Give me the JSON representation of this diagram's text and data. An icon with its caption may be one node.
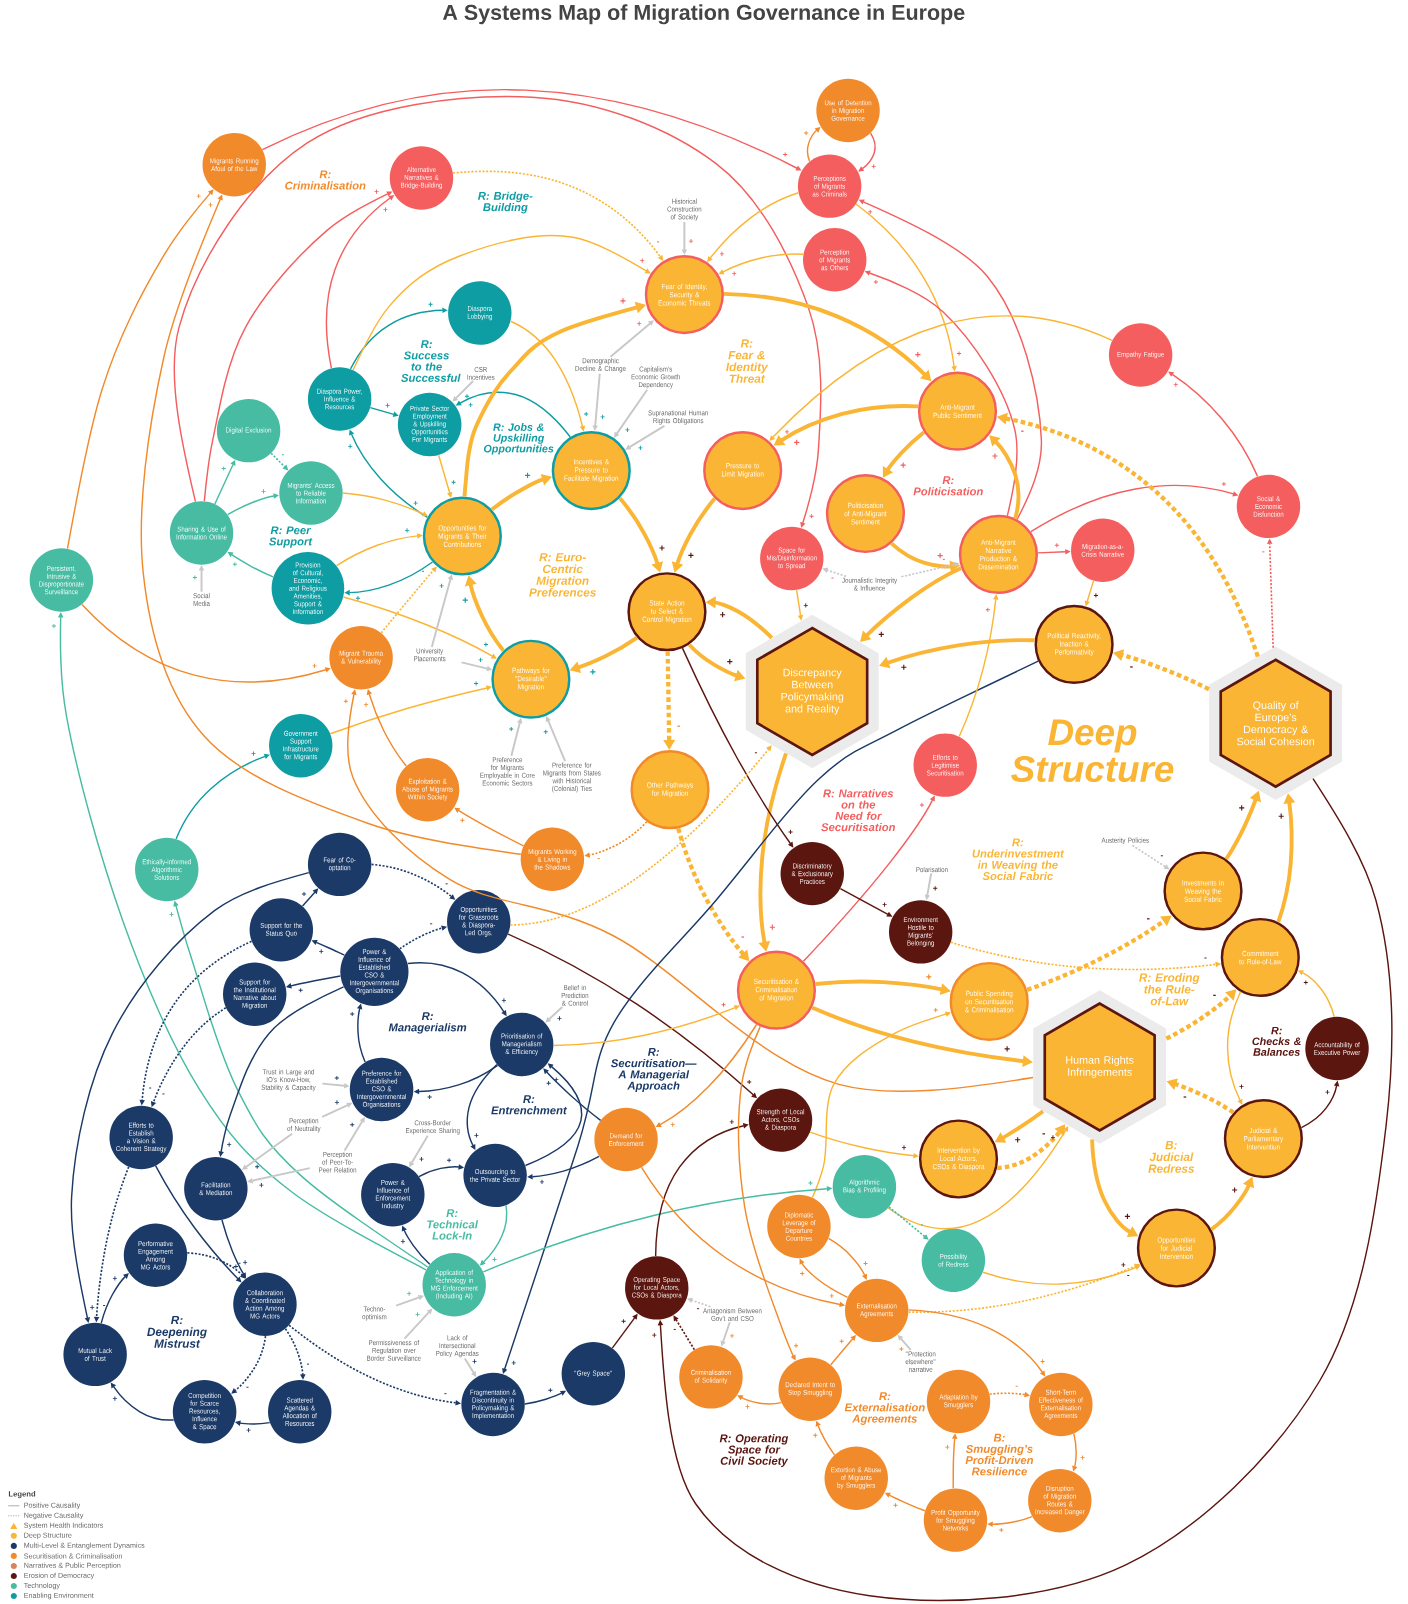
{
  "diagram": {
    "title": "A Systems Map of Migration Governance in Europe",
    "nodes": [
      {
        "text": [
          "Migrants Running Afoul of the Law"
        ]
      },
      {
        "text": [
          "Alternative Narratives & Bridge-Building"
        ]
      },
      {
        "text": [
          "Use of Detention in Migration Governance"
        ]
      },
      {
        "text": [
          "Perceptions of Migrants as Criminals"
        ]
      },
      {
        "text": [
          "Historical Construction of Society"
        ]
      },
      {
        "text": [
          "Fear of Identity, Security & Economic Threats"
        ]
      },
      {
        "text": [
          "Perception of Migrants as Others"
        ]
      },
      {
        "text": [
          "Diaspora Lobbying"
        ]
      },
      {
        "text": [
          "Empathy Fatigue"
        ]
      },
      {
        "text": [
          "Diaspora Power, Influence & Resources"
        ]
      },
      {
        "text": [
          "CSR Incentives"
        ]
      },
      {
        "text": [
          "Private Sector Employment & Upskilling Opportunities For Migrants"
        ]
      },
      {
        "text": [
          "Demographic Decline & Change"
        ]
      },
      {
        "text": [
          "Capitalism’s Economic Growth Dependency"
        ]
      },
      {
        "text": [
          "Supranational Human Rights Obligations"
        ]
      },
      {
        "text": [
          "Anti-Migrant Public Sentiment"
        ]
      },
      {
        "text": [
          "Digital Exclusion"
        ]
      },
      {
        "text": [
          "Incentives & Pressure to Facilitate Migration"
        ]
      },
      {
        "text": [
          "Pressure to Limit Migration"
        ]
      },
      {
        "text": [
          "Migrants’ Access to Reliable Information"
        ]
      },
      {
        "text": [
          "Politicisation of Anti-Migrant Sentiment"
        ]
      },
      {
        "text": [
          "Social & Economic Disfunction"
        ]
      },
      {
        "text": [
          "Sharing & Use of Information Online"
        ]
      },
      {
        "text": [
          "Opportunities for Migrants & Their Contributions"
        ]
      },
      {
        "text": [
          "Anti-Migrant Narrative Production & Dissemination"
        ]
      },
      {
        "text": [
          "Migration-as-a-Crisis Narrative"
        ]
      },
      {
        "text": [
          "Persistent, Intrusive & Disproportionate Surveillance"
        ]
      },
      {
        "text": [
          "Provision of Cultural, Economic, and Religious Amenities, Support & Information"
        ]
      },
      {
        "text": [
          "Social Media"
        ]
      },
      {
        "text": [
          "Space for Mis/Disinformation to Spread"
        ]
      },
      {
        "text": [
          "Journalistic Integrity & Influence"
        ]
      },
      {
        "text": [
          "State Action to Select & Control Migration"
        ]
      },
      {
        "text": [
          "Political Reactivity, Inaction & Performativity"
        ]
      },
      {
        "text": [
          "Migrant Trauma & Vulnerability"
        ]
      },
      {
        "text": [
          "University Placements"
        ]
      },
      {
        "text": [
          "Pathways for \"Desirable\" Migration"
        ]
      },
      {
        "text": [
          "Discrepancy Between Policymaking and Reality"
        ]
      },
      {
        "text": [
          "Quality of Europe’s Democracy & Social Cohesion"
        ]
      },
      {
        "text": [
          "Government Support Infrastructure for Migrants"
        ]
      },
      {
        "text": [
          "Efforts to Legitimise Securitisation"
        ]
      },
      {
        "text": [
          "Preference for Migrants Employable in Core Economic Sectors"
        ]
      },
      {
        "text": [
          "Preference for Migrants from States with Historical (Colonial) Ties"
        ]
      },
      {
        "text": [
          "Exploitation & Abuse of Migrants Within Society"
        ]
      },
      {
        "text": [
          "Other Pathways for Migration"
        ]
      },
      {
        "text": [
          "Migrants Working & Living in the Shadows"
        ]
      },
      {
        "text": [
          "Ethically-informed Algorithmic Solutions"
        ]
      },
      {
        "text": [
          "Fear of Co-optation"
        ]
      },
      {
        "text": [
          "Discriminatory & Exclusionary Practices"
        ]
      },
      {
        "text": [
          "Austerity Policies"
        ]
      },
      {
        "text": [
          "Polarisation"
        ]
      },
      {
        "text": [
          "Opportunities for Grassroots & Diaspora-Led Orgs."
        ]
      },
      {
        "text": [
          "Investments in Weaving the Social Fabric"
        ]
      },
      {
        "text": [
          "Support for the Status Quo"
        ]
      },
      {
        "text": [
          "Environment Hostile to Migrants’ Belonging"
        ]
      },
      {
        "text": [
          "Power & Influence of Established CSO & Intergovernmental Organisations"
        ]
      },
      {
        "text": [
          "Commitment to Rule-of-Law"
        ]
      },
      {
        "text": [
          "Support for the Institutional Narrative about Migration"
        ]
      },
      {
        "text": [
          "Belief in Prediction & Control"
        ]
      },
      {
        "text": [
          "Securitisation & Criminalisation of Migration"
        ]
      },
      {
        "text": [
          "Public Spending on Securitisation & Criminalisation"
        ]
      },
      {
        "text": [
          "Prioritisation of Managerialism & Efficiency"
        ]
      },
      {
        "text": [
          "Human Rights Infringements"
        ]
      },
      {
        "text": [
          "Accountability of Executive Power"
        ]
      },
      {
        "text": [
          "Trust in Large and IO’s Know-How, Stability & Capacity"
        ]
      },
      {
        "text": [
          "Preference for Established CSO & Intergovernmental Organisations"
        ]
      },
      {
        "text": [
          "Strength of Local Actors, CSOs & Diaspora"
        ]
      },
      {
        "text": [
          "Cross-Border Experience Sharing"
        ]
      },
      {
        "text": [
          "Perception of Neutrality"
        ]
      },
      {
        "text": [
          "Efforts to Establish a Vision & Coherent Strategy"
        ]
      },
      {
        "text": [
          "Demand for Enforcement"
        ]
      },
      {
        "text": [
          "Intervention by Local Actors, CSOs & Diaspora"
        ]
      },
      {
        "text": [
          "Judicial & Parliamentary Intervention"
        ]
      },
      {
        "text": [
          "Perception of Peer-To-Peer Relation"
        ]
      },
      {
        "text": [
          "Facilitation & Mediation"
        ]
      },
      {
        "text": [
          "Power & Influence of Enforcement Industry"
        ]
      },
      {
        "text": [
          "Outsourcing to the Private Sector"
        ]
      },
      {
        "text": [
          "Algorithmic Bias & Profiling"
        ]
      },
      {
        "text": [
          "Diplomatic Leverage of Departure Countries"
        ]
      },
      {
        "text": [
          "Possibility of Redress"
        ]
      },
      {
        "text": [
          "Opportunities for Judicial Intervention"
        ]
      },
      {
        "text": [
          "Performative Engagement Among MG Actors"
        ]
      },
      {
        "text": [
          "Application of Technology in MG Enforcement (Including AI)"
        ]
      },
      {
        "text": [
          "Operating Space for Local Actors, CSOs & Diaspora"
        ]
      },
      {
        "text": [
          "Collaboration & Coordinated Action Among MG Actors"
        ]
      },
      {
        "text": [
          "Externalisation Agreements"
        ]
      },
      {
        "text": [
          "Techno-optimism"
        ]
      },
      {
        "text": [
          "Antagonism Between Gov’t and CSO"
        ]
      },
      {
        "text": [
          "Mutual Lack of Trust"
        ]
      },
      {
        "text": [
          "Permissiveness of Regulation over Border Surveillance"
        ]
      },
      {
        "text": [
          "Lack of Intersectional Policy Agendas"
        ]
      },
      {
        "text": [
          "\"Protection elsewhere\" narrative"
        ]
      },
      {
        "text": [
          "\"Grey Space\""
        ]
      },
      {
        "text": [
          "Criminalisation of Solidarity"
        ]
      },
      {
        "text": [
          "Declared Intent to Stop Smuggling"
        ]
      },
      {
        "text": [
          "Adaptation by Smugglers"
        ]
      },
      {
        "text": [
          "Short-Term Effectiveness of Externalisation Agreements"
        ]
      },
      {
        "text": [
          "Competition for Scarce Resources, Influence & Space"
        ]
      },
      {
        "text": [
          "Scattered Agendas & Allocation of Resources"
        ]
      },
      {
        "text": [
          "Fragmentation & Discontinuity in Policymaking & Implementation"
        ]
      },
      {
        "text": [
          "Extortion & Abuse of Migrants by Smugglers"
        ]
      },
      {
        "text": [
          "Disruption of Migration Routes & Increased Danger"
        ]
      },
      {
        "text": [
          "Profit Opportunity for Smuggling Networks"
        ]
      }
    ],
    "edges": [
      {
        "from": 0,
        "to": 3,
        "arrow": "to",
        "label": "+",
        "color": "#f45e5e"
      },
      {
        "from": 22,
        "to": 29,
        "arrow": "to",
        "label": "+",
        "color": "#f45e5e"
      },
      {
        "from": 3,
        "to": 2,
        "arrow": "to",
        "label": "+",
        "color": "#f18a2b"
      },
      {
        "from": 2,
        "to": 3,
        "arrow": "to",
        "label": "+",
        "color": "#f45e5e"
      },
      {
        "from": 3,
        "to": 5,
        "arrow": "to",
        "label": "+"
      },
      {
        "from": 6,
        "to": 5,
        "arrow": "to",
        "label": "+"
      },
      {
        "from": 3,
        "to": 15,
        "arrow": "to",
        "label": "+"
      },
      {
        "from": 24,
        "to": 3,
        "arrow": "to",
        "label": "+",
        "color": "#f45e5e"
      },
      {
        "from": 24,
        "to": 6,
        "arrow": "to",
        "label": "+",
        "color": "#f45e5e"
      },
      {
        "from": 4,
        "to": 5,
        "arrow": "to",
        "label": "+",
        "color": "#c8c8c8"
      },
      {
        "from": 1,
        "to": 5,
        "arrow": "to",
        "label": "-",
        "style": "dashed"
      },
      {
        "from": 22,
        "to": 1,
        "arrow": "to",
        "label": "+",
        "color": "#f45e5e"
      },
      {
        "from": 9,
        "to": 1,
        "arrow": "to",
        "label": "+",
        "color": "#f45e5e"
      },
      {
        "from": 9,
        "to": 7,
        "arrow": "to",
        "label": "+",
        "color": "#0e9da3"
      },
      {
        "from": 9,
        "to": 5,
        "arrow": "to",
        "label": "+"
      },
      {
        "from": 7,
        "to": 17,
        "arrow": "to",
        "label": "+"
      },
      {
        "from": 9,
        "to": 11,
        "arrow": "to",
        "label": "+",
        "color": "#0e9da3"
      },
      {
        "from": 10,
        "to": 11,
        "arrow": "to",
        "label": "+",
        "color": "#c8c8c8"
      },
      {
        "from": 17,
        "to": 11,
        "arrow": "to",
        "label": "+",
        "color": "#0e9da3"
      },
      {
        "from": 11,
        "to": 23,
        "arrow": "to",
        "label": "+"
      },
      {
        "from": 23,
        "to": 9,
        "arrow": "to",
        "label": "+",
        "color": "#0e9da3"
      },
      {
        "from": 12,
        "to": 5,
        "arrow": "to",
        "label": "+",
        "color": "#c8c8c8"
      },
      {
        "from": 12,
        "to": 17,
        "arrow": "to",
        "label": "+",
        "color": "#c8c8c8"
      },
      {
        "from": 13,
        "to": 17,
        "arrow": "to",
        "label": "+",
        "color": "#c8c8c8"
      },
      {
        "from": 14,
        "to": 17,
        "arrow": "to",
        "label": "+",
        "color": "#c8c8c8"
      },
      {
        "from": 23,
        "to": 17,
        "arrow": "to",
        "label": "+",
        "style": "thick"
      },
      {
        "from": 23,
        "to": 5,
        "arrow": "to",
        "label": "+",
        "style": "thick"
      },
      {
        "from": 17,
        "to": 31,
        "arrow": "to",
        "label": "+",
        "style": "thick"
      },
      {
        "from": 18,
        "to": 31,
        "arrow": "to",
        "label": "+",
        "style": "thick"
      },
      {
        "from": 16,
        "to": 19,
        "arrow": "to",
        "label": "-",
        "style": "dashed",
        "color": "#47bca3"
      },
      {
        "from": 22,
        "to": 16,
        "arrow": "to",
        "label": "+",
        "color": "#47bca3"
      },
      {
        "from": 22,
        "to": 19,
        "arrow": "to",
        "label": "+",
        "color": "#47bca3"
      },
      {
        "from": 19,
        "to": 23,
        "arrow": "to",
        "label": "+"
      },
      {
        "from": 27,
        "to": 22,
        "arrow": "to",
        "label": "+",
        "color": "#47bca3"
      },
      {
        "from": 27,
        "to": 23,
        "arrow": "to",
        "label": "+"
      },
      {
        "from": 23,
        "to": 27,
        "arrow": "to",
        "label": "+",
        "color": "#0e9da3"
      },
      {
        "from": 28,
        "to": 22,
        "arrow": "to",
        "label": "+",
        "color": "#c8c8c8"
      },
      {
        "from": 33,
        "to": 23,
        "arrow": "to",
        "label": "-",
        "style": "dashed"
      },
      {
        "from": 27,
        "to": 35,
        "arrow": "to",
        "label": "+"
      },
      {
        "from": 34,
        "to": 23,
        "arrow": "to",
        "label": "+",
        "color": "#c8c8c8"
      },
      {
        "from": 34,
        "to": 35,
        "arrow": "to",
        "label": "+",
        "color": "#c8c8c8"
      },
      {
        "from": 35,
        "to": 23,
        "arrow": "to",
        "label": "+",
        "style": "thick"
      },
      {
        "from": 31,
        "to": 35,
        "arrow": "to",
        "label": "+",
        "style": "thick"
      },
      {
        "from": 40,
        "to": 35,
        "arrow": "to",
        "label": "+",
        "color": "#c8c8c8"
      },
      {
        "from": 41,
        "to": 35,
        "arrow": "to",
        "label": "+",
        "color": "#c8c8c8"
      },
      {
        "from": 38,
        "to": 35,
        "arrow": "to",
        "label": "+"
      },
      {
        "from": 45,
        "to": 38,
        "arrow": "to",
        "label": "+",
        "color": "#0e9da3"
      },
      {
        "from": 81,
        "to": 45,
        "arrow": "to",
        "label": "+",
        "color": "#47bca3"
      },
      {
        "from": 81,
        "to": 26,
        "arrow": "to",
        "label": "+",
        "color": "#47bca3"
      },
      {
        "from": 26,
        "to": 0,
        "arrow": "to",
        "label": "+",
        "color": "#f18a2b"
      },
      {
        "from": 26,
        "to": 33,
        "arrow": "to",
        "label": "+",
        "color": "#f18a2b"
      },
      {
        "from": 44,
        "to": 0,
        "arrow": "to",
        "label": "+",
        "color": "#f18a2b"
      },
      {
        "from": 61,
        "to": 33,
        "arrow": "to",
        "label": "+",
        "color": "#f18a2b"
      },
      {
        "from": 42,
        "to": 33,
        "arrow": "to",
        "label": "+",
        "color": "#f18a2b"
      },
      {
        "from": 44,
        "to": 42,
        "arrow": "to",
        "label": "+",
        "color": "#f18a2b"
      },
      {
        "from": 31,
        "to": 43,
        "arrow": "to",
        "label": "-",
        "style": "dashed"
      },
      {
        "from": 43,
        "to": 44,
        "arrow": "to",
        "label": "-",
        "style": "dashed",
        "color": "#f18a2b"
      },
      {
        "from": 43,
        "to": 58,
        "arrow": "to",
        "label": "-",
        "style": "dashed"
      },
      {
        "from": 5,
        "to": 15,
        "arrow": "to",
        "label": "+",
        "style": "thick"
      },
      {
        "from": 15,
        "to": 18,
        "arrow": "to",
        "label": "+",
        "style": "thick"
      },
      {
        "from": 15,
        "to": 20,
        "arrow": "to",
        "label": "+",
        "style": "thick"
      },
      {
        "from": 20,
        "to": 24,
        "arrow": "to",
        "label": "+",
        "style": "thick"
      },
      {
        "from": 24,
        "to": 15,
        "arrow": "to",
        "label": "+",
        "style": "thick"
      },
      {
        "from": 8,
        "to": 18,
        "arrow": "to",
        "label": "+"
      },
      {
        "from": 21,
        "to": 8,
        "arrow": "to",
        "label": "+",
        "color": "#f45e5e"
      },
      {
        "from": 24,
        "to": 21,
        "arrow": "to",
        "label": "+",
        "color": "#f45e5e"
      },
      {
        "from": 24,
        "to": 25,
        "arrow": "to",
        "label": "+",
        "color": "#f45e5e"
      },
      {
        "from": 30,
        "to": 29,
        "arrow": "to",
        "label": "-",
        "style": "dashed",
        "color": "#c8c8c8"
      },
      {
        "from": 30,
        "to": 24,
        "arrow": "to",
        "label": "-",
        "style": "dashed",
        "color": "#c8c8c8"
      },
      {
        "from": 25,
        "to": 32,
        "arrow": "to",
        "label": "+"
      },
      {
        "from": 29,
        "to": 36,
        "arrow": "to",
        "label": "+"
      },
      {
        "from": 24,
        "to": 36,
        "arrow": "to",
        "label": "+",
        "style": "thick"
      },
      {
        "from": 32,
        "to": 36,
        "arrow": "to",
        "label": "+",
        "style": "thick"
      },
      {
        "from": 31,
        "to": 36,
        "arrow": "to",
        "label": "+",
        "style": "thick"
      },
      {
        "from": 36,
        "to": 31,
        "arrow": "to",
        "label": "+",
        "style": "thick"
      },
      {
        "from": 36,
        "to": 58,
        "arrow": "to",
        "label": "+",
        "style": "thick"
      },
      {
        "from": 32,
        "to": 98,
        "arrow": "to",
        "label": "+",
        "color": "#1b3a67"
      },
      {
        "from": 39,
        "to": 24,
        "arrow": "to",
        "label": "+"
      },
      {
        "from": 58,
        "to": 39,
        "arrow": "to",
        "label": "+",
        "color": "#f45e5e"
      },
      {
        "from": 31,
        "to": 47,
        "arrow": "to",
        "label": "+",
        "color": "#5c1610"
      },
      {
        "from": 47,
        "to": 53,
        "arrow": "to",
        "label": "+",
        "color": "#5c1610"
      },
      {
        "from": 49,
        "to": 53,
        "arrow": "to",
        "label": "+",
        "color": "#c8c8c8"
      },
      {
        "from": 53,
        "to": 55,
        "arrow": "to",
        "label": "-",
        "style": "dashed"
      },
      {
        "from": 48,
        "to": 51,
        "arrow": "to",
        "label": "-",
        "style": "dashed",
        "color": "#c8c8c8"
      },
      {
        "from": 59,
        "to": 51,
        "arrow": "to",
        "label": "-",
        "style": "dashed"
      },
      {
        "from": 51,
        "to": 37,
        "arrow": "to",
        "label": "+",
        "style": "thick"
      },
      {
        "from": 55,
        "to": 37,
        "arrow": "to",
        "label": "+",
        "style": "thick"
      },
      {
        "from": 37,
        "to": 32,
        "arrow": "to",
        "label": "-",
        "style": "dashed"
      },
      {
        "from": 37,
        "to": 15,
        "arrow": "to",
        "label": "-",
        "style": "dashed"
      },
      {
        "from": 37,
        "to": 21,
        "arrow": "to",
        "label": "-",
        "style": "dashed",
        "color": "#f45e5e"
      },
      {
        "from": 37,
        "to": 82,
        "arrow": "to",
        "label": "+",
        "color": "#5c1610"
      },
      {
        "from": 58,
        "to": 59,
        "arrow": "to",
        "label": "+",
        "style": "thick"
      },
      {
        "from": 58,
        "to": 61,
        "arrow": "to",
        "label": "+",
        "style": "thick"
      },
      {
        "from": 77,
        "to": 59,
        "arrow": "to",
        "label": "+"
      },
      {
        "from": 61,
        "to": 70,
        "arrow": "to",
        "label": "+",
        "style": "thick"
      },
      {
        "from": 70,
        "to": 61,
        "arrow": "to",
        "label": "-",
        "style": "dashed"
      },
      {
        "from": 61,
        "to": 79,
        "arrow": "to",
        "label": "+",
        "style": "thick"
      },
      {
        "from": 79,
        "to": 71,
        "arrow": "to",
        "label": "+",
        "style": "thick"
      },
      {
        "from": 71,
        "to": 61,
        "arrow": "to",
        "label": "-",
        "style": "dashed"
      },
      {
        "from": 61,
        "to": 55,
        "arrow": "to",
        "label": "-",
        "style": "dashed"
      },
      {
        "from": 55,
        "to": 71,
        "arrow": "to",
        "label": "+"
      },
      {
        "from": 71,
        "to": 62,
        "arrow": "to",
        "label": "+",
        "color": "#5c1610"
      },
      {
        "from": 62,
        "to": 55,
        "arrow": "to",
        "label": "+"
      },
      {
        "from": 76,
        "to": 61,
        "arrow": "to",
        "label": "+"
      },
      {
        "from": 65,
        "to": 70,
        "arrow": "to",
        "label": "+"
      },
      {
        "from": 78,
        "to": 79,
        "arrow": "to",
        "label": "+"
      },
      {
        "from": 76,
        "to": 78,
        "arrow": "to",
        "label": "-",
        "style": "dashed",
        "color": "#47bca3"
      },
      {
        "from": 84,
        "to": 79,
        "arrow": "to",
        "label": "-",
        "style": "dashed"
      },
      {
        "from": 81,
        "to": 76,
        "arrow": "to",
        "label": "+",
        "color": "#47bca3"
      },
      {
        "from": 50,
        "to": 65,
        "arrow": "to",
        "label": "+",
        "color": "#5c1610"
      },
      {
        "from": 82,
        "to": 65,
        "arrow": "to",
        "label": "+",
        "color": "#5c1610"
      },
      {
        "from": 91,
        "to": 82,
        "arrow": "to",
        "label": "+",
        "color": "#5c1610"
      },
      {
        "from": 92,
        "to": 82,
        "arrow": "to",
        "label": "-",
        "style": "dashed",
        "color": "#5c1610"
      },
      {
        "from": 86,
        "to": 82,
        "arrow": "to",
        "label": "-",
        "style": "dashed",
        "color": "#c8c8c8"
      },
      {
        "from": 86,
        "to": 92,
        "arrow": "to",
        "label": "+",
        "color": "#c8c8c8"
      },
      {
        "from": 93,
        "to": 92,
        "arrow": "to",
        "label": "+",
        "color": "#f18a2b"
      },
      {
        "from": 93,
        "to": 84,
        "arrow": "to",
        "label": "+",
        "color": "#f18a2b"
      },
      {
        "from": 84,
        "to": 77,
        "arrow": "to",
        "label": "+",
        "color": "#f18a2b"
      },
      {
        "from": 77,
        "to": 84,
        "arrow": "to",
        "label": "+",
        "color": "#f18a2b"
      },
      {
        "from": 84,
        "to": 95,
        "arrow": "to",
        "label": "+",
        "color": "#f18a2b"
      },
      {
        "from": 90,
        "to": 84,
        "arrow": "to",
        "label": "+",
        "color": "#c8c8c8"
      },
      {
        "from": 94,
        "to": 95,
        "arrow": "to",
        "label": "-",
        "style": "dashed",
        "color": "#f18a2b"
      },
      {
        "from": 95,
        "to": 100,
        "arrow": "to",
        "label": "+",
        "color": "#f18a2b"
      },
      {
        "from": 100,
        "to": 101,
        "arrow": "to",
        "label": "+",
        "color": "#f18a2b"
      },
      {
        "from": 101,
        "to": 94,
        "arrow": "to",
        "label": "+",
        "color": "#f18a2b"
      },
      {
        "from": 101,
        "to": 99,
        "arrow": "to",
        "label": "+",
        "color": "#f18a2b"
      },
      {
        "from": 99,
        "to": 93,
        "arrow": "to",
        "label": "+",
        "color": "#f18a2b"
      },
      {
        "from": 69,
        "to": 84,
        "arrow": "to",
        "label": "+",
        "color": "#f18a2b"
      },
      {
        "from": 58,
        "to": 93,
        "arrow": "to",
        "label": "+",
        "color": "#f18a2b"
      },
      {
        "from": 58,
        "to": 69,
        "arrow": "to",
        "label": "+",
        "color": "#f18a2b"
      },
      {
        "from": 69,
        "to": 75,
        "arrow": "to",
        "label": "+",
        "color": "#1b3a67"
      },
      {
        "from": 69,
        "to": 60,
        "arrow": "to",
        "label": "+",
        "color": "#1b3a67"
      },
      {
        "from": 60,
        "to": 58,
        "arrow": "to",
        "label": "+"
      },
      {
        "from": 57,
        "to": 60,
        "arrow": "to",
        "label": "+",
        "color": "#c8c8c8"
      },
      {
        "from": 54,
        "to": 60,
        "arrow": "to",
        "label": "+",
        "color": "#1b3a67"
      },
      {
        "from": 60,
        "to": 64,
        "arrow": "to",
        "label": "+",
        "color": "#1b3a67"
      },
      {
        "from": 64,
        "to": 54,
        "arrow": "to",
        "label": "+",
        "color": "#1b3a67"
      },
      {
        "from": 63,
        "to": 64,
        "arrow": "to",
        "label": "+",
        "color": "#c8c8c8"
      },
      {
        "from": 67,
        "to": 64,
        "arrow": "to",
        "label": "+",
        "color": "#c8c8c8"
      },
      {
        "from": 67,
        "to": 73,
        "arrow": "to",
        "label": "+",
        "color": "#c8c8c8"
      },
      {
        "from": 72,
        "to": 64,
        "arrow": "to",
        "label": "+",
        "color": "#c8c8c8"
      },
      {
        "from": 72,
        "to": 73,
        "arrow": "to",
        "label": "+",
        "color": "#c8c8c8"
      },
      {
        "from": 66,
        "to": 74,
        "arrow": "to",
        "label": "+",
        "color": "#c8c8c8"
      },
      {
        "from": 54,
        "to": 52,
        "arrow": "to",
        "label": "+",
        "color": "#1b3a67"
      },
      {
        "from": 54,
        "to": 56,
        "arrow": "to",
        "label": "+",
        "color": "#1b3a67"
      },
      {
        "from": 52,
        "to": 46,
        "arrow": "to",
        "label": "+",
        "color": "#1b3a67"
      },
      {
        "from": 46,
        "to": 50,
        "arrow": "to",
        "label": "-",
        "style": "dashed",
        "color": "#1b3a67"
      },
      {
        "from": 54,
        "to": 50,
        "arrow": "to",
        "label": "-",
        "style": "dashed",
        "color": "#1b3a67"
      },
      {
        "from": 50,
        "to": 36,
        "arrow": "to",
        "label": "-",
        "style": "dashed"
      },
      {
        "from": 56,
        "to": 68,
        "arrow": "to",
        "label": "-",
        "style": "dashed",
        "color": "#1b3a67"
      },
      {
        "from": 52,
        "to": 68,
        "arrow": "to",
        "label": "-",
        "style": "dashed",
        "color": "#1b3a67"
      },
      {
        "from": 46,
        "to": 87,
        "arrow": "to",
        "label": "+",
        "color": "#1b3a67"
      },
      {
        "from": 68,
        "to": 87,
        "arrow": "to",
        "label": "-",
        "style": "dashed",
        "color": "#1b3a67"
      },
      {
        "from": 87,
        "to": 80,
        "arrow": "to",
        "label": "+",
        "color": "#1b3a67"
      },
      {
        "from": 80,
        "to": 83,
        "arrow": "to",
        "label": "-",
        "style": "dashed",
        "color": "#1b3a67"
      },
      {
        "from": 68,
        "to": 83,
        "arrow": "to",
        "label": "+",
        "color": "#1b3a67"
      },
      {
        "from": 73,
        "to": 83,
        "arrow": "to",
        "label": "+",
        "color": "#1b3a67"
      },
      {
        "from": 54,
        "to": 73,
        "arrow": "to",
        "label": "+",
        "color": "#1b3a67"
      },
      {
        "from": 83,
        "to": 96,
        "arrow": "to",
        "label": "-",
        "style": "dashed",
        "color": "#1b3a67"
      },
      {
        "from": 83,
        "to": 97,
        "arrow": "to",
        "label": "-",
        "style": "dashed",
        "color": "#1b3a67"
      },
      {
        "from": 83,
        "to": 98,
        "arrow": "to",
        "label": "-",
        "style": "dashed",
        "color": "#1b3a67"
      },
      {
        "from": 97,
        "to": 96,
        "arrow": "to",
        "label": "+",
        "color": "#1b3a67"
      },
      {
        "from": 96,
        "to": 87,
        "arrow": "to",
        "label": "+",
        "color": "#1b3a67"
      },
      {
        "from": 98,
        "to": 91,
        "arrow": "to",
        "label": "+",
        "color": "#1b3a67"
      },
      {
        "from": 89,
        "to": 98,
        "arrow": "to",
        "label": "+",
        "color": "#c8c8c8"
      },
      {
        "from": 85,
        "to": 81,
        "arrow": "to",
        "label": "+",
        "color": "#c8c8c8"
      },
      {
        "from": 88,
        "to": 81,
        "arrow": "to",
        "label": "+",
        "color": "#c8c8c8"
      },
      {
        "from": 81,
        "to": 74,
        "arrow": "to",
        "label": "+",
        "color": "#1b3a67"
      },
      {
        "from": 75,
        "to": 81,
        "arrow": "to",
        "label": "+",
        "color": "#47bca3"
      },
      {
        "from": 74,
        "to": 75,
        "arrow": "to",
        "label": "+",
        "color": "#1b3a67"
      },
      {
        "from": 75,
        "to": 60,
        "arrow": "to",
        "label": "+",
        "color": "#1b3a67"
      },
      {
        "from": 60,
        "to": 75,
        "arrow": "to",
        "label": "+",
        "color": "#1b3a67"
      }
    ],
    "labels": [
      "R: Criminalisation",
      "R: Bridge-Building",
      "R: Success to the Successful",
      "R: Fear & Identity Threat",
      "R: Jobs & Upskilling Opportunities",
      "R: Politicisation",
      "R: Peer Support",
      "R: Euro-Centric Migration Preferences",
      "Deep Structure",
      "R: Narratives on the Need for Securitisation",
      "R: Underinvestment in Weaving the Social Fabric",
      "R: Eroding the Rule-of-Law",
      "R: Managerialism",
      "R: Checks & Balances",
      "R: Securitisation—A Managerial Approach",
      "R: Entrenchment",
      "B: Judicial Redress",
      "R: Technical Lock-In",
      "R: Deepening Mistrust",
      "R: Externalisation Agreements",
      "R: Operating Space for Civil Society",
      "B: Smuggling’s Profit-Driven Resilience",
      "Legend"
    ],
    "legend": [
      {
        "text": "Positive Causality"
      },
      {
        "text": "Negative Causality"
      },
      {
        "text": "System Health Indicators",
        "color": "#fbb534"
      },
      {
        "text": "Deep Structure",
        "color": "#fbb534"
      },
      {
        "text": "Multi-Level & Entanglement Dynamics",
        "color": "#1b3a67"
      },
      {
        "text": "Securitisation & Criminalisation",
        "color": "#f18a2b"
      },
      {
        "text": "Narratives & Public Perception",
        "color": "#d9825b"
      },
      {
        "text": "Erosion of Democracy",
        "color": "#5c1610"
      },
      {
        "text": "Technology",
        "color": "#47bca3"
      },
      {
        "text": "Enabling Environment",
        "color": "#0e9da3"
      }
    ]
  }
}
